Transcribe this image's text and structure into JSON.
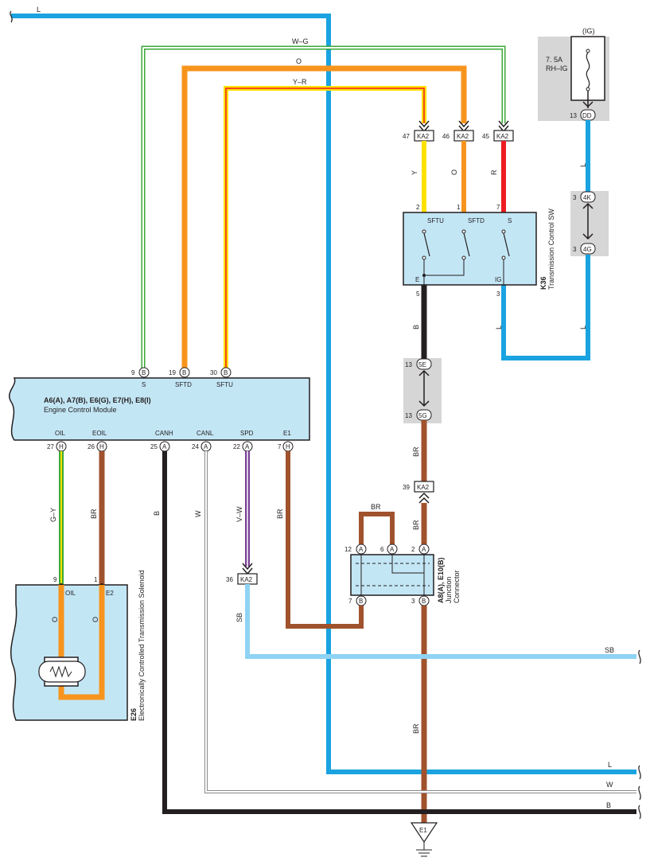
{
  "colors": {
    "L": "#1aa3e0",
    "SB": "#8fd3f4",
    "O": "#f7941d",
    "Y": "#ffe100",
    "R": "#ed1c24",
    "BR": "#a0522d",
    "B": "#231f20",
    "G": "#3aaa35",
    "V": "#7b3f98",
    "box_fill": "#c3e6f5",
    "gray_fill": "#d6d6d6"
  },
  "wires": {
    "top_L": "L",
    "WG": "W–G",
    "O": "O",
    "YR": "Y–R",
    "Y": "Y",
    "O2": "O",
    "R": "R",
    "L_right1": "L",
    "L_right2": "L",
    "L_k36": "L",
    "B_k36": "B",
    "BR_5G": "BR",
    "BR_KA2": "BR",
    "BR_loop": "BR",
    "BR_lower": "BR",
    "GY": "G–Y",
    "BR_eoil": "BR",
    "B_canh": "B",
    "W_canl": "W",
    "VW": "V–W",
    "BR_e1": "BR",
    "SB": "SB",
    "SB_right": "SB",
    "L_bottom": "L",
    "W_bottom": "W",
    "B_bottom": "B",
    "O_sol1": "O",
    "O_sol2": "O"
  },
  "fuse": {
    "ig": "(IG)",
    "rating": "7. 5A",
    "name": "RH–IG",
    "pin": "13",
    "conn": "DD"
  },
  "junction_4": {
    "pin_top": "3",
    "conn_top": "4K",
    "pin_bot": "3",
    "conn_bot": "4G"
  },
  "ka2_top": [
    {
      "pin": "47",
      "conn": "KA2"
    },
    {
      "pin": "46",
      "conn": "KA2"
    },
    {
      "pin": "45",
      "conn": "KA2"
    }
  ],
  "k36": {
    "id": "K36",
    "name": "Transmission Control SW",
    "pins_top": [
      "2",
      "1",
      "7"
    ],
    "labels_top": [
      "SFTU",
      "SFTD",
      "S"
    ],
    "pin_e": "5",
    "label_e": "E",
    "pin_ig": "3",
    "label_ig": "IG"
  },
  "junction_5": {
    "pin_top": "13",
    "conn_top": "5E",
    "pin_bot": "13",
    "conn_bot": "5G"
  },
  "ka2_mid": {
    "pin": "39",
    "conn": "KA2"
  },
  "ka2_spd": {
    "pin": "36",
    "conn": "KA2"
  },
  "ecm": {
    "title": "A6(A), A7(B), E6(G), E7(H), E8(I)",
    "name": "Engine Control Module",
    "top_pins": [
      {
        "num": "9",
        "conn": "B",
        "label": "S"
      },
      {
        "num": "19",
        "conn": "B",
        "label": "SFTD"
      },
      {
        "num": "30",
        "conn": "B",
        "label": "SFTU"
      }
    ],
    "bottom_pins": [
      {
        "num": "27",
        "conn": "H",
        "label": "OIL"
      },
      {
        "num": "26",
        "conn": "H",
        "label": "EOIL"
      },
      {
        "num": "25",
        "conn": "A",
        "label": "CANH"
      },
      {
        "num": "24",
        "conn": "A",
        "label": "CANL"
      },
      {
        "num": "22",
        "conn": "A",
        "label": "SPD"
      },
      {
        "num": "7",
        "conn": "H",
        "label": "E1"
      }
    ]
  },
  "jc": {
    "id": "A8(A), E10(B)",
    "name1": "Junction",
    "name2": "Connector",
    "top_pins": [
      {
        "num": "12",
        "conn": "A"
      },
      {
        "num": "6",
        "conn": "A"
      },
      {
        "num": "2",
        "conn": "A"
      }
    ],
    "bottom_pins": [
      {
        "num": "7",
        "conn": "B"
      },
      {
        "num": "3",
        "conn": "B"
      }
    ]
  },
  "e26": {
    "id": "E26",
    "name": "Electronically Controlled Transmission Solenoid",
    "pin1": "9",
    "label1": "OIL",
    "pin2": "1",
    "label2": "E2"
  },
  "ground": "E1"
}
